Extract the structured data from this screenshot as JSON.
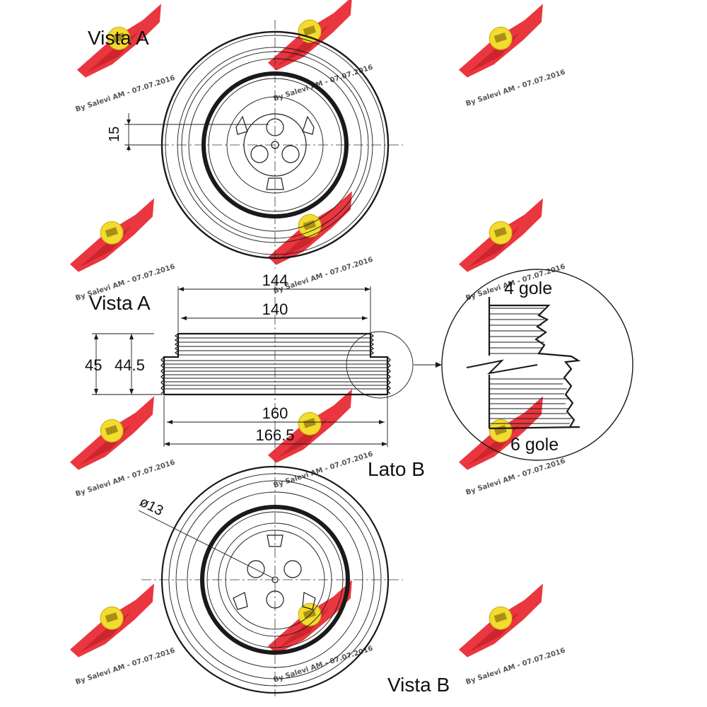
{
  "labels": {
    "vista_a_top": "Vista A",
    "vista_a_side": "Vista A",
    "lato_b": "Lato B",
    "vista_b": "Vista B",
    "grooves_4": "4 gole",
    "grooves_6": "6 gole"
  },
  "dimensions": {
    "dia_144": "144",
    "dia_140": "140",
    "dia_160": "160",
    "dia_166_5": "166.5",
    "width_45": "45",
    "width_44_5": "44.5",
    "offset_15": "15",
    "hole_dia": "ø13"
  },
  "watermark": {
    "text": "By Salevi AM - 07.07.2016",
    "logo_color": "#e8202a",
    "badge_color": "#f2dc2e"
  },
  "colors": {
    "line": "#1a1a1a",
    "background": "#ffffff"
  }
}
